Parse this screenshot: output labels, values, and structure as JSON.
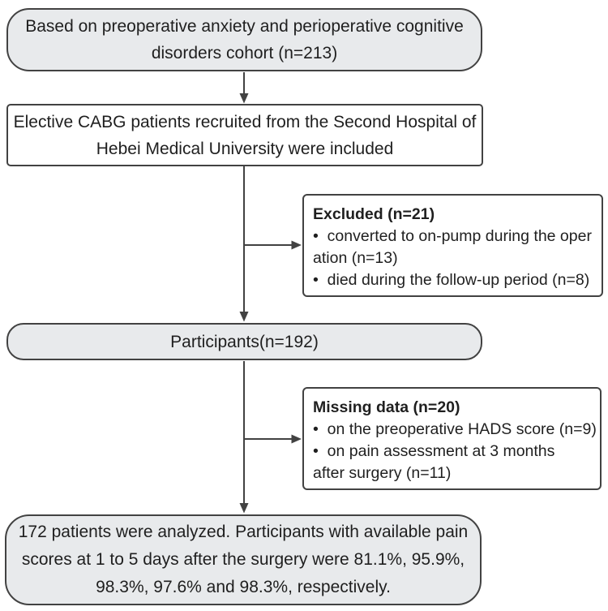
{
  "figure": {
    "type": "flowchart",
    "background": "#ffffff"
  },
  "colors": {
    "rounded_box_fill": "#e8eaec",
    "white_box_fill": "#ffffff",
    "box_border": "#424242",
    "arrow_line": "#424242",
    "text": "#1f1f1f"
  },
  "boxes": {
    "cohort": {
      "shape": "rounded",
      "lines": [
        "Based on preoperative anxiety and perioperative cognitive",
        "disorders cohort (n=213)"
      ]
    },
    "recruited": {
      "shape": "rect",
      "lines": [
        "Elective CABG patients recruited from the Second Hospital of",
        "Hebei Medical University were included"
      ]
    },
    "excluded": {
      "shape": "rect",
      "title": "Excluded (n=21)",
      "lines": [
        "•  converted to on-pump during the oper",
        "ation (n=13)",
        "•  died during the follow-up period (n=8)"
      ]
    },
    "participants": {
      "shape": "rounded",
      "text": "Participants(n=192)"
    },
    "missing": {
      "shape": "rect",
      "title": "Missing data (n=20)",
      "lines": [
        "•  on the preoperative HADS score (n=9)",
        "•  on pain assessment at 3 months",
        "after surgery (n=11)"
      ]
    },
    "analyzed": {
      "shape": "rounded",
      "lines": [
        "172 patients were analyzed. Participants with available pain",
        "scores at 1 to 5 days after the surgery were 81.1%, 95.9%,",
        "98.3%, 97.6% and 98.3%, respectively."
      ]
    }
  }
}
